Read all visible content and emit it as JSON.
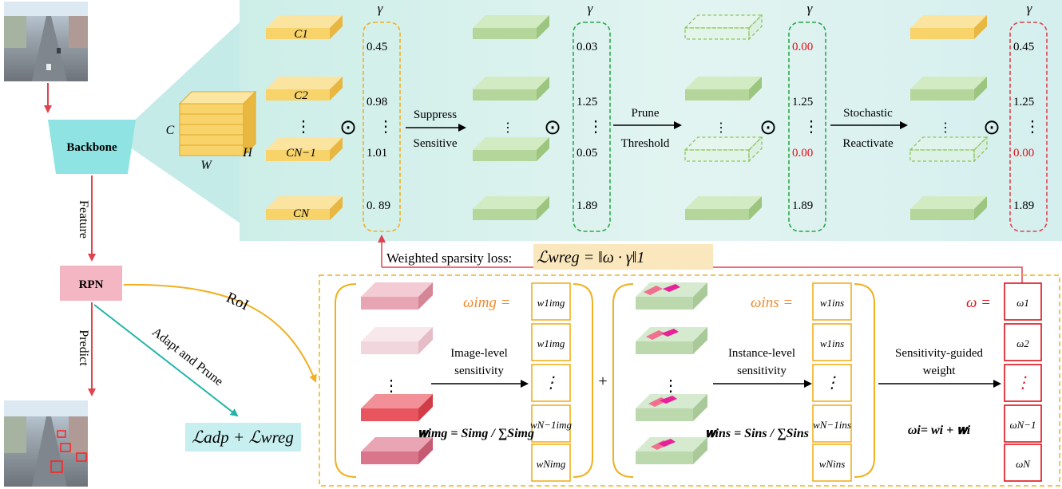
{
  "left_column": {
    "backbone_label": "Backbone",
    "feature_label": "Feature",
    "rpn_label": "RPN",
    "predict_label": "Predict",
    "roi_label": "RoI",
    "adapt_label": "Adapt and Prune",
    "adapt_loss": "ℒadp + ℒwreg"
  },
  "feature_cube": {
    "c_label": "C",
    "w_label": "W",
    "h_label": "H"
  },
  "stage1": {
    "gamma_header": "γ",
    "channel_labels": [
      "C1",
      "C2",
      "⋮",
      "CN−1",
      "CN"
    ],
    "gamma_values": [
      "0.45",
      "0.98",
      "⋮",
      "1.01",
      "0. 89"
    ],
    "op_symbol": "⊙"
  },
  "arrow1": {
    "line1": "Suppress",
    "line2": "Sensitive"
  },
  "stage2": {
    "gamma_header": "γ",
    "gamma_values": [
      "0.03",
      "1.25",
      "⋮",
      "0.05",
      "1.89"
    ],
    "op_symbol": "⊙"
  },
  "arrow2": {
    "line1": "Prune",
    "line2": "Threshold"
  },
  "stage3": {
    "gamma_header": "γ",
    "gamma_values": [
      "0.00",
      "1.25",
      "⋮",
      "0.00",
      "1.89"
    ],
    "op_symbol": "⊙"
  },
  "arrow3": {
    "line1": "Stochastic",
    "line2": "Reactivate"
  },
  "stage4": {
    "gamma_header": "γ",
    "gamma_values": [
      "0.45",
      "1.25",
      "⋮",
      "0.00",
      "1.89"
    ]
  },
  "sparsity_loss": {
    "prefix": "Weighted sparsity loss:",
    "formula": "ℒwreg = ‖ω · γ‖1"
  },
  "image_level": {
    "omega_label": "ωimg =",
    "weights": [
      "w1img",
      "w1img",
      "⋮",
      "wN−1img",
      "wNimg"
    ],
    "arrow_line1": "Image-level",
    "arrow_line2": "sensitivity",
    "formula": "𝐰img = Simg / ∑Simg",
    "dots": "⋮"
  },
  "plus_sign": "+",
  "instance_level": {
    "omega_label": "ωins =",
    "weights": [
      "w1ins",
      "w1ins",
      "⋮",
      "wN−1ins",
      "wNins"
    ],
    "arrow_line1": "Instance-level",
    "arrow_line2": "sensitivity",
    "formula": "𝐰ins = Sins / ∑Sins",
    "dots": "⋮"
  },
  "final_weight": {
    "omega_label": "ω =",
    "arrow_line1": "Sensitivity-guided",
    "arrow_line2": "weight",
    "formula": "ωi= wi + 𝐰i",
    "weights": [
      "ω1",
      "ω2",
      "⋮",
      "ωN−1",
      "ωN"
    ]
  },
  "colors": {
    "red_arrow": "#e0434e",
    "teal": "#22b5a8",
    "gold": "#f0b020",
    "green_dash": "#2aa84a",
    "red_dash": "#e0434e",
    "orange_text": "#f08a30",
    "red_text": "#e0101a",
    "yellow_cube": "#f7d36a",
    "green_cube": "#b5d69a",
    "backbone_fill": "#8fe3e3",
    "rpn_fill": "#f4b6c2"
  }
}
